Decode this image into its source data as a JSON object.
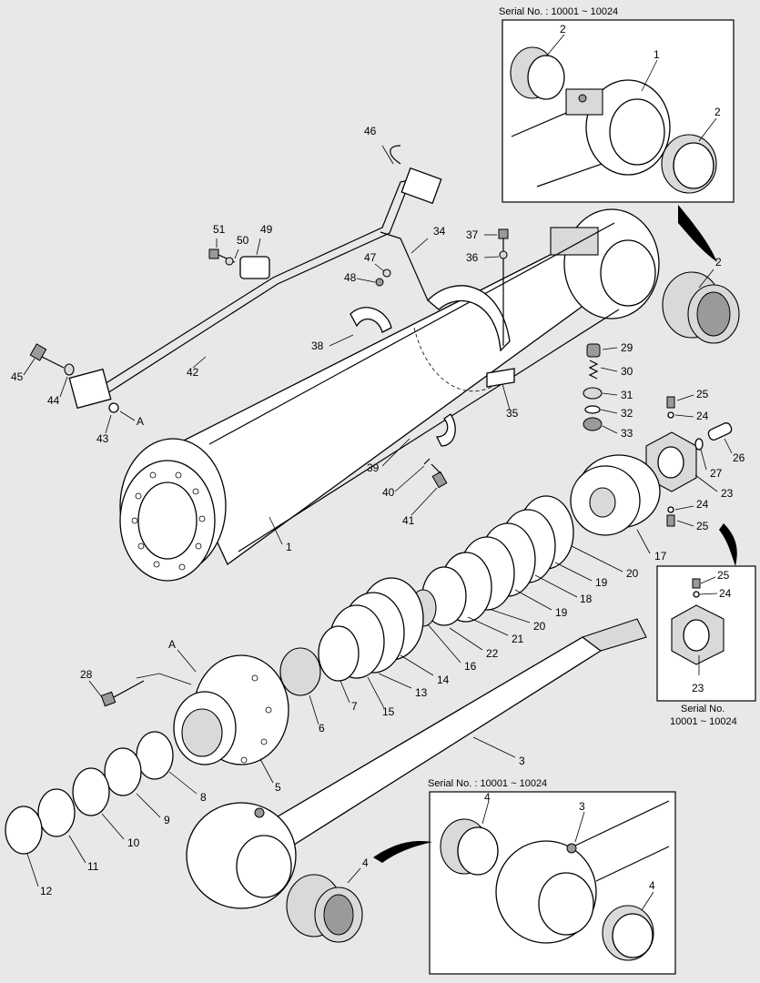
{
  "insets": {
    "top": {
      "caption": "Serial No. : 10001 ~ 10024"
    },
    "right": {
      "caption_line1": "Serial No.",
      "caption_line2": "10001 ~ 10024"
    },
    "bottom": {
      "caption": "Serial No. : 10001 ~ 10024"
    }
  },
  "callouts": {
    "top_inset": [
      "2",
      "1",
      "2"
    ],
    "right_inset": [
      "25",
      "24",
      "23"
    ],
    "bottom_inset": [
      "4",
      "3",
      "4"
    ],
    "main": [
      "46",
      "34",
      "37",
      "36",
      "51",
      "50",
      "49",
      "47",
      "48",
      "2",
      "38",
      "29",
      "30",
      "31",
      "32",
      "33",
      "45",
      "42",
      "44",
      "43",
      "35",
      "25",
      "24",
      "26",
      "27",
      "23",
      "24",
      "25",
      "39",
      "40",
      "41",
      "1",
      "17",
      "20",
      "19",
      "18",
      "19",
      "20",
      "21",
      "22",
      "16",
      "14",
      "13",
      "15",
      "7",
      "6",
      "28",
      "5",
      "8",
      "9",
      "10",
      "11",
      "12",
      "3",
      "4"
    ]
  },
  "markers": {
    "a_top": "A",
    "a_bottom": "A"
  }
}
